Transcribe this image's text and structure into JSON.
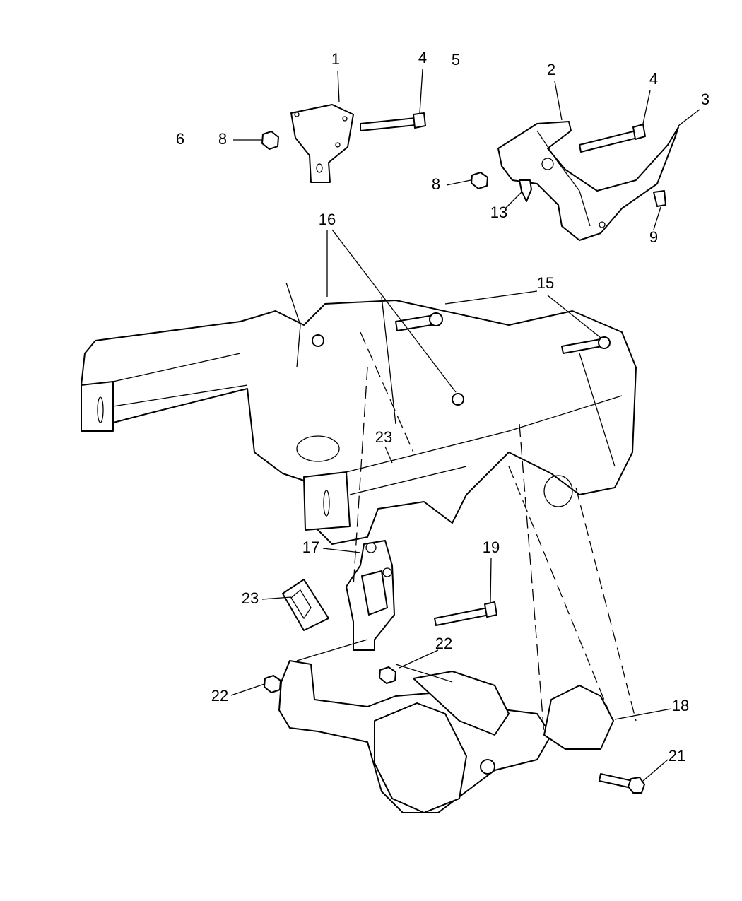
{
  "diagram": {
    "callouts": [
      {
        "id": "c1",
        "label": "1"
      },
      {
        "id": "c4a",
        "label": "4"
      },
      {
        "id": "c5",
        "label": "5"
      },
      {
        "id": "c6",
        "label": "6"
      },
      {
        "id": "c8a",
        "label": "8"
      },
      {
        "id": "c2",
        "label": "2"
      },
      {
        "id": "c4b",
        "label": "4"
      },
      {
        "id": "c3",
        "label": "3"
      },
      {
        "id": "c8b",
        "label": "8"
      },
      {
        "id": "c13",
        "label": "13"
      },
      {
        "id": "c9",
        "label": "9"
      },
      {
        "id": "c16",
        "label": "16"
      },
      {
        "id": "c15",
        "label": "15"
      },
      {
        "id": "c23a",
        "label": "23"
      },
      {
        "id": "c17",
        "label": "17"
      },
      {
        "id": "c19",
        "label": "19"
      },
      {
        "id": "c23b",
        "label": "23"
      },
      {
        "id": "c22a",
        "label": "22"
      },
      {
        "id": "c22b",
        "label": "22"
      },
      {
        "id": "c18",
        "label": "18"
      },
      {
        "id": "c21",
        "label": "21"
      }
    ]
  }
}
